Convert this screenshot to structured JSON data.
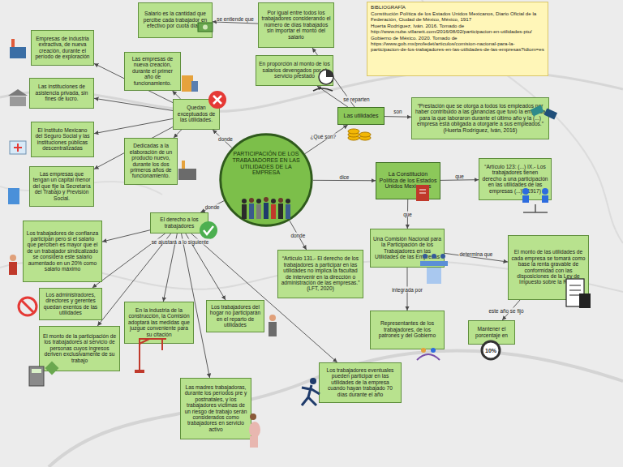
{
  "diagram": {
    "nodes": [
      {
        "text": [
          "PARTICIPACIÓN DE LOS TRABAJADORES EN LAS UTILIDADES DE LA EMPRESA"
        ]
      },
      {
        "text": [
          "Salario es la cantidad que percibe cada trabajador en efectivo por cuota diaria"
        ]
      },
      {
        "text": [
          "Por igual entre todos los trabajadores considerando el número de días trabajados sin importar el monto del salario"
        ]
      },
      {
        "text": [
          "BIBLIOGRAFÍA",
          "Constitución Política de los Estados Unidos Mexicanos, Diario Oficial de la Federación, Ciudad de México, México, 1917",
          "Huerta Rodríguez, Iván. 2016. Tomado de http://www.nube.villanett.com/2016/08/02/participacion-en-utilidades-ptu/",
          "Gobierno de México. 2020. Tomado de https://www.gob.mx/profedet/articulos/comision-nacional-para-la-participacion-de-los-trabajadores-en-las-utilidades-de-las-empresas?idiom=es"
        ]
      },
      {
        "text": [
          "Empresas de industria extractiva, de nueva creación, durante el período de exploración"
        ]
      },
      {
        "text": [
          "Las empresas de nueva creación, durante el primer año de funcionamiento."
        ]
      },
      {
        "text": [
          "En proporción al monto de los salarios devengados por el servicio prestado"
        ]
      },
      {
        "text": [
          "Quedan exceptuados de las utilidades."
        ]
      },
      {
        "text": [
          "Las instituciones de asistencia privada, sin fines de lucro."
        ]
      },
      {
        "text": [
          "Las utilidades"
        ]
      },
      {
        "text": [
          "“Prestación que se otorga a todos los empleados por haber contribuido a las ganancias que tuvo la empresa para la que laboraron durante el último año y la (...) empresa está obligada a otorgarle a sus empleados.” (Huerta Rodríguez, Iván, 2016)"
        ]
      },
      {
        "text": [
          "El Instituto Mexicano del Seguro Social y las instituciones públicas descentralizadas"
        ]
      },
      {
        "text": [
          "Dedicadas a la elaboración de un producto nuevo, durante los dos primeros años de funcionamiento."
        ]
      },
      {
        "text": [
          "Las empresas que tengan un capital menor del que fije la Secretaría del Trabajo y Previsión Social."
        ]
      },
      {
        "text": [
          "La Constitución Política de los Estados Unidos Mexicanos"
        ]
      },
      {
        "text": [
          "“Artículo 123: (...) IX.- Los trabajadores tienen derecho a una participación en las utilidades de las empresas (...)” (1917)"
        ]
      },
      {
        "text": [
          "El derecho a los trabajadores"
        ]
      },
      {
        "text": [
          "Los trabajadores de confianza participan pero si el salario que perciben es mayor que el de un trabajador sindicalizado se considera este salario aumentado en un 20% como salario máximo"
        ]
      },
      {
        "text": [
          "Una Comisión Nacional para la Participación de los Trabajadores en las Utilidades de las Empresas"
        ]
      },
      {
        "text": [
          "El monto de las utilidades de cada empresa se tomará como base la renta gravable de conformidad con las disposiciones de la Ley de Impuesto sobre la Renta"
        ]
      },
      {
        "text": [
          "“Artículo 131.- El derecho de los trabajadores a participar en las utilidades no implica la facultad de intervenir en la dirección o administración de las empresas.” (LFT, 2020)"
        ]
      },
      {
        "text": [
          "Los administradores, directores y gerentes quedan exentos de las utilidades"
        ]
      },
      {
        "text": [
          "En la industria de la construcción, la Comisión adoptará las medidas que juzgue conveniente para su citación"
        ]
      },
      {
        "text": [
          "Los trabajadores del hogar no participarán en el reparto de utilidades"
        ]
      },
      {
        "text": [
          "Representantes de los trabajadores, de los patrones y del Gobierno"
        ]
      },
      {
        "text": [
          "Mantener el porcentaje en"
        ]
      },
      {
        "text": [
          "El monto de la participación de los trabajadores al servicio de personas cuyos ingresos deriven exclusivamente de su trabajo"
        ]
      },
      {
        "text": [
          "Los trabajadores eventuales pueden participar en las utilidades de la empresa cuando hayan trabajado 70 días durante el año"
        ]
      },
      {
        "text": [
          "Las madres trabajadoras, durante los períodos pre y postnatales, y los trabajadores víctimas de un riesgo de trabajo serán considerados como trabajadores en servicio activo"
        ]
      }
    ],
    "edges": [
      {
        "from": 0,
        "to": 9,
        "label": "¿Qué son?",
        "arrow": "to"
      },
      {
        "from": 9,
        "to": 10,
        "label": "son",
        "arrow": "to"
      },
      {
        "from": 9,
        "to": 6,
        "label": "se reparten",
        "arrow": "to"
      },
      {
        "from": 9,
        "to": 2,
        "arrow": "to"
      },
      {
        "from": 2,
        "to": 1,
        "label": "se entiende que",
        "arrow": "to"
      },
      {
        "from": 0,
        "to": 7,
        "label": "donde",
        "arrow": "to"
      },
      {
        "from": 7,
        "to": 4,
        "arrow": "to"
      },
      {
        "from": 7,
        "to": 5,
        "arrow": "to"
      },
      {
        "from": 7,
        "to": 8,
        "arrow": "to"
      },
      {
        "from": 7,
        "to": 11,
        "arrow": "to"
      },
      {
        "from": 7,
        "to": 12,
        "arrow": "to"
      },
      {
        "from": 7,
        "to": 13,
        "arrow": "to"
      },
      {
        "from": 0,
        "to": 14,
        "label": "dice",
        "arrow": "to"
      },
      {
        "from": 14,
        "to": 15,
        "label": "que",
        "arrow": "to"
      },
      {
        "from": 14,
        "to": 18,
        "label": "que",
        "arrow": "to"
      },
      {
        "from": 18,
        "to": 19,
        "label": "determina que",
        "arrow": "to"
      },
      {
        "from": 18,
        "to": 24,
        "label": "integrada por",
        "arrow": "to"
      },
      {
        "from": 19,
        "to": 25,
        "label": "este año se fijó",
        "arrow": "to"
      },
      {
        "from": 0,
        "to": 20,
        "label": "donde",
        "arrow": "to"
      },
      {
        "from": 0,
        "to": 16,
        "label": "donde",
        "arrow": "to"
      },
      {
        "from": 16,
        "to": 17,
        "label": "se ajustará a lo siguiente",
        "arrow": "to"
      },
      {
        "from": 16,
        "to": 21,
        "arrow": "to"
      },
      {
        "from": 16,
        "to": 26,
        "arrow": "to"
      },
      {
        "from": 16,
        "to": 22,
        "arrow": "to"
      },
      {
        "from": 16,
        "to": 23,
        "arrow": "to"
      },
      {
        "from": 16,
        "to": 28,
        "arrow": "to"
      },
      {
        "from": 16,
        "to": 27,
        "arrow": "to"
      }
    ],
    "labels": [
      "10%"
    ]
  }
}
